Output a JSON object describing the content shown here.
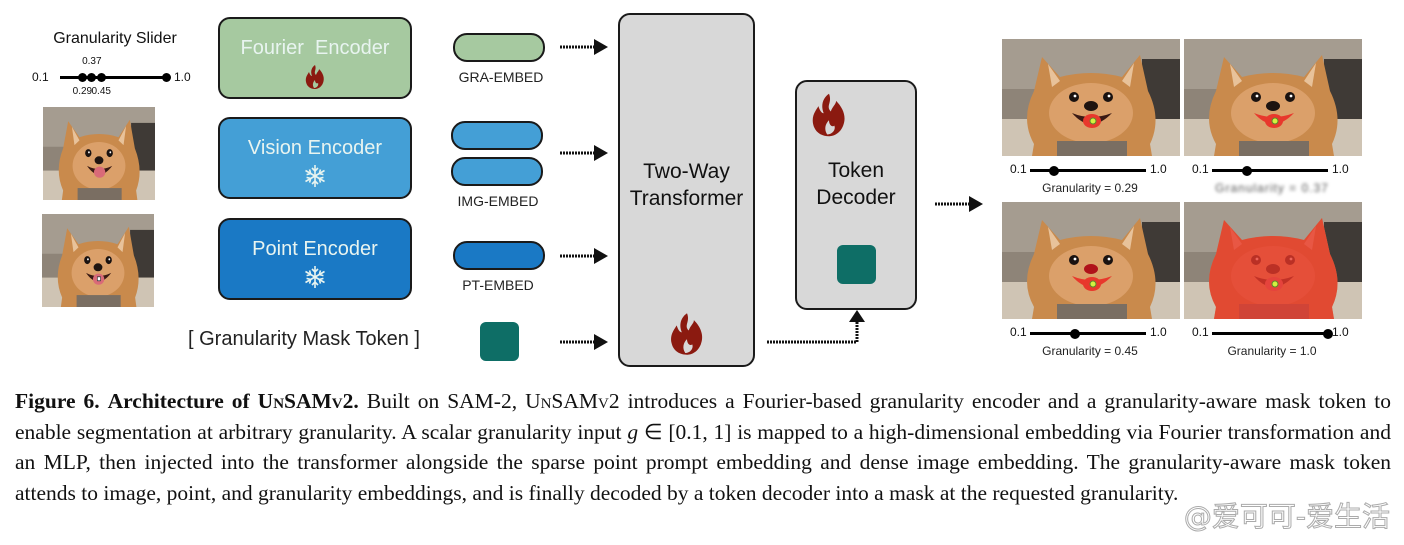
{
  "slider_panel": {
    "title": "Granularity Slider",
    "min_label": "0.1",
    "max_label": "1.0",
    "range": [
      0.1,
      1.0
    ],
    "marks": [
      {
        "value": 0.29,
        "label": "0.29",
        "label_pos": "below"
      },
      {
        "value": 0.37,
        "label": "0.37",
        "label_pos": "above"
      },
      {
        "value": 0.45,
        "label": "0.45",
        "label_pos": "below"
      },
      {
        "value": 1.0,
        "label": "",
        "label_pos": "none"
      }
    ]
  },
  "encoders": {
    "fourier": {
      "name": "Fourier  Encoder",
      "state_icon": "fire-icon",
      "color": "#a6c9a0"
    },
    "vision": {
      "name": "Vision Encoder",
      "state_icon": "snowflake-icon",
      "color": "#449fd6"
    },
    "point": {
      "name": "Point Encoder",
      "state_icon": "snowflake-icon",
      "color": "#1a79c5"
    }
  },
  "embeddings": {
    "gra": "GRA-EMBED",
    "img": "IMG-EMBED",
    "pt": "PT-EMBED"
  },
  "mask_token": {
    "label": "[ Granularity Mask Token ]",
    "color": "#0e6e66"
  },
  "transformer": {
    "line1": "Two-Way",
    "line2": "Transformer",
    "state_icon": "fire-icon"
  },
  "decoder": {
    "line1": "Token",
    "line2": "Decoder",
    "state_icon": "fire-icon"
  },
  "results": [
    {
      "granularity": 0.29,
      "caption": "Granularity = 0.29",
      "min_label": "0.1",
      "max_label": "1.0",
      "mask": "tongue",
      "legible": true
    },
    {
      "granularity": 0.37,
      "caption": "Granularity = 0.37",
      "min_label": "0.1",
      "max_label": "1.0",
      "mask": "mouth",
      "legible": false
    },
    {
      "granularity": 0.45,
      "caption": "Granularity = 0.45",
      "min_label": "0.1",
      "max_label": "1.0",
      "mask": "mouth-nose",
      "legible": true
    },
    {
      "granularity": 1.0,
      "caption": "Granularity = 1.0",
      "min_label": "0.1",
      "max_label": "1.0",
      "mask": "whole-dog",
      "legible": true
    }
  ],
  "colors": {
    "fire": "#8b1a10",
    "mask": "#e8382c",
    "box_gray": "#d8d8d8"
  },
  "caption": {
    "fig_label": "Figure 6.",
    "fig_title_prefix": "Architecture of ",
    "fig_title_name": "UnSAMv2",
    "fig_title_suffix": ".",
    "text_1": " Built on SAM-2, ",
    "name_2": "UnSAMv2",
    "text_2": " introduces a Fourier-based granularity encoder and a granularity-aware mask token to enable segmentation at arbitrary granularity. A scalar granularity input ",
    "math_var": "g",
    "math_rest": " ∈ [0.1, 1]",
    "text_3": " is mapped to a high-dimensional embedding via Fourier transformation and an MLP, then injected into the transformer alongside the sparse point prompt embedding and dense image embedding. The granularity-aware mask token attends to image, point, and granularity embeddings, and is finally decoded by a token decoder into a mask at the requested granularity."
  },
  "watermark": "@爱可可-爱生活"
}
